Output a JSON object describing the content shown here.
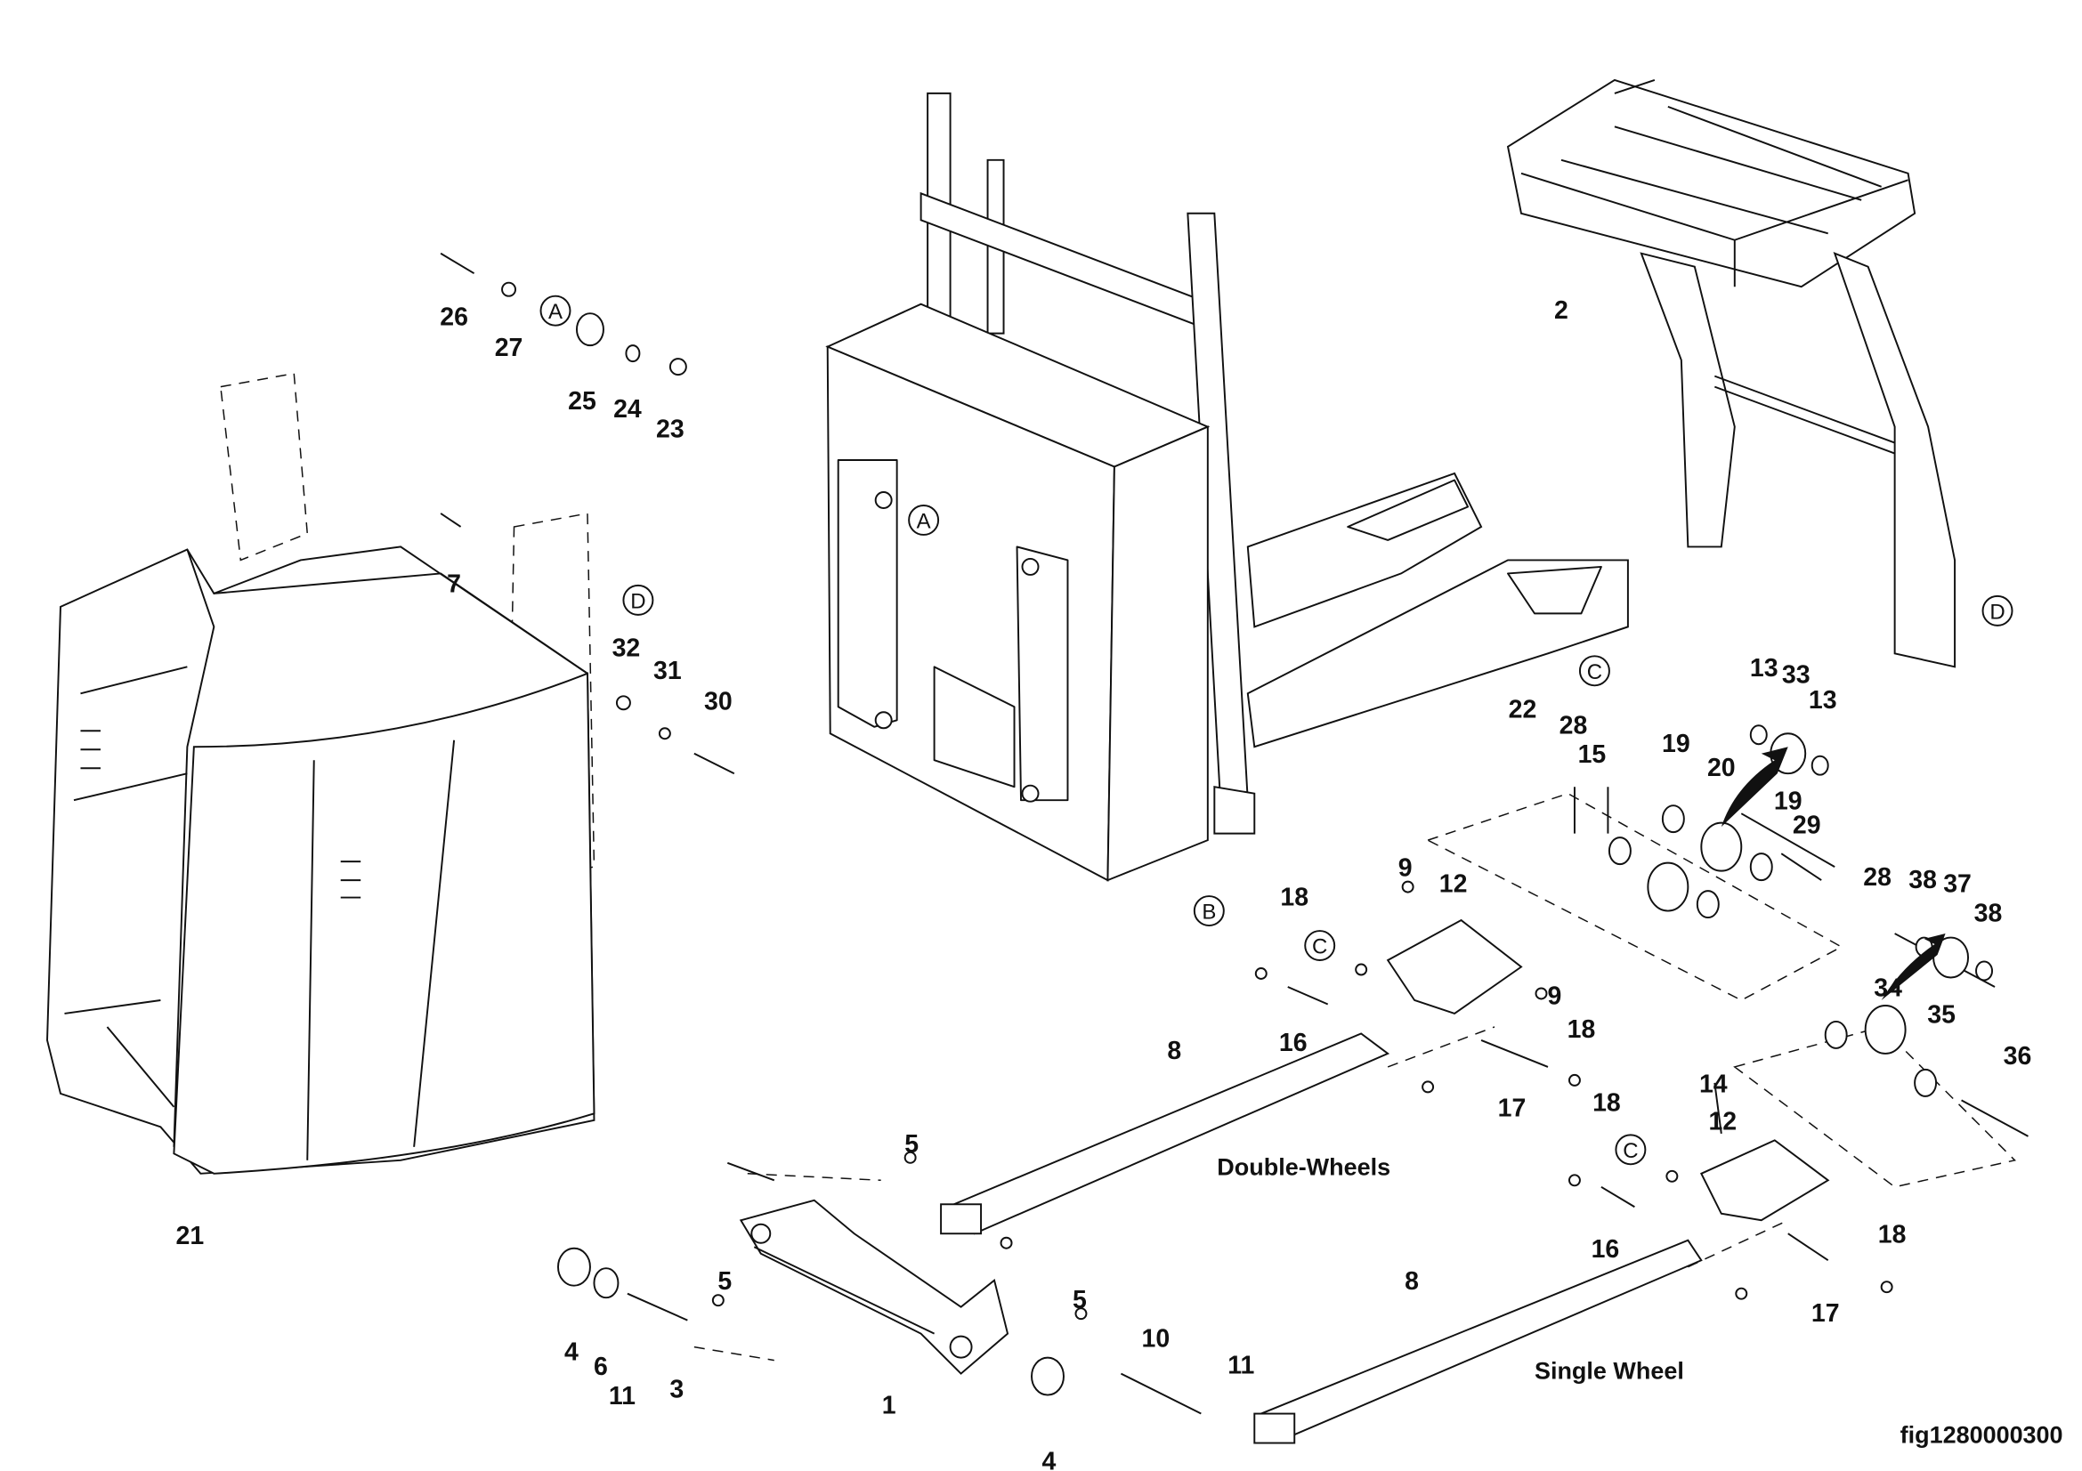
{
  "figure_id": "fig1280000300",
  "captions": {
    "double": "Double-Wheels",
    "single": "Single Wheel"
  },
  "callouts": [
    "26",
    "27",
    "25",
    "24",
    "23",
    "2",
    "7",
    "32",
    "31",
    "30",
    "22",
    "13",
    "33",
    "13",
    "28",
    "15",
    "19",
    "20",
    "19",
    "29",
    "28",
    "38",
    "37",
    "38",
    "18",
    "9",
    "12",
    "9",
    "18",
    "16",
    "8",
    "17",
    "34",
    "35",
    "36",
    "14",
    "18",
    "12",
    "5",
    "21",
    "16",
    "18",
    "5",
    "5",
    "8",
    "17",
    "10",
    "11",
    "4",
    "6",
    "11",
    "3",
    "1",
    "4"
  ],
  "reference_letters": [
    "A",
    "A",
    "D",
    "D",
    "C",
    "C",
    "C",
    "B"
  ]
}
